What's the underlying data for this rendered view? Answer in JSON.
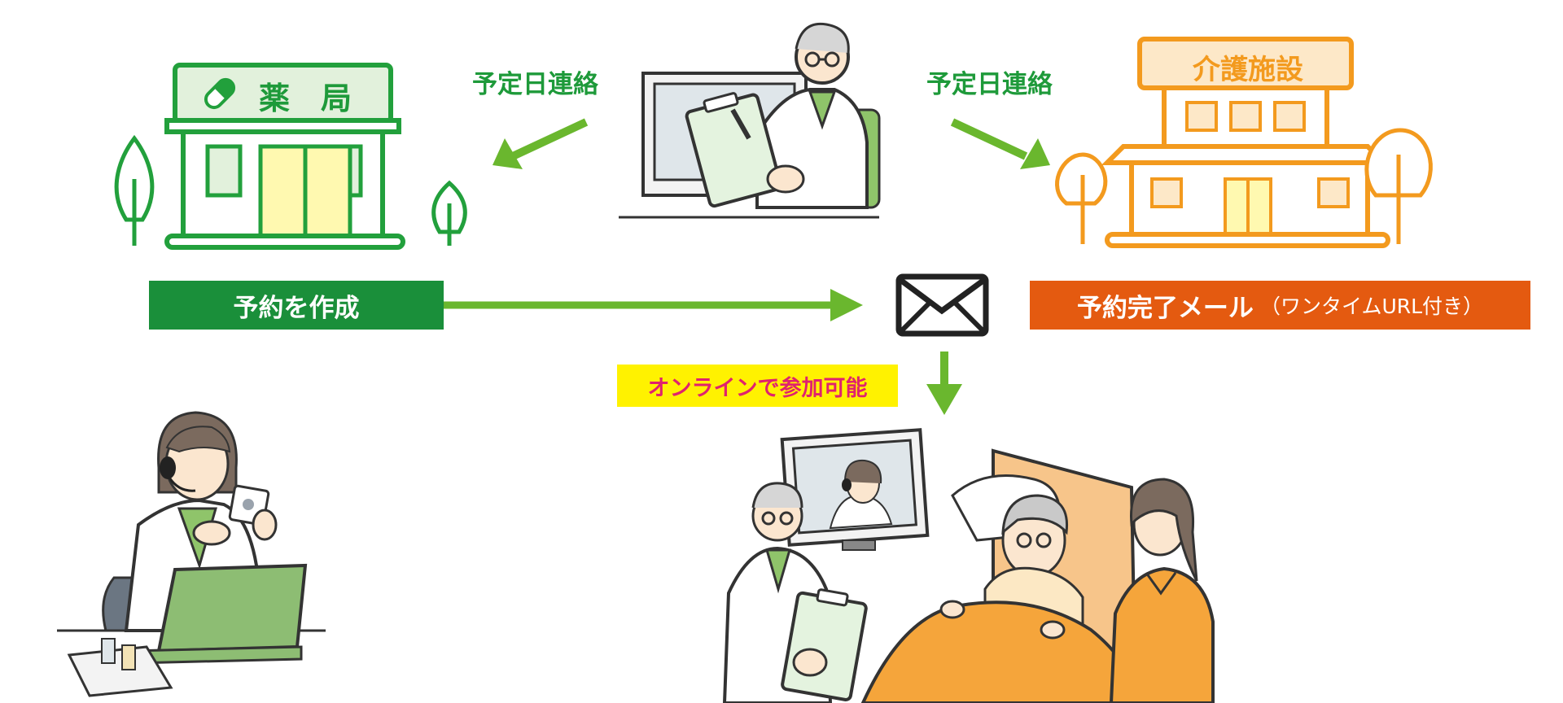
{
  "pharmacy": {
    "sign": "薬　局"
  },
  "care_facility": {
    "sign": "介護施設"
  },
  "notify_left": "予定日連絡",
  "notify_right": "予定日連絡",
  "create_reservation": "予約を作成",
  "completion_mail": {
    "main": "予約完了メール",
    "note": "（ワンタイムURL付き）"
  },
  "online_participation": "オンラインで参加可能",
  "colors": {
    "green_dark": "#1a8f3a",
    "green_arrow": "#6ab72e",
    "orange": "#f39a1e",
    "orange_dark": "#e45a10",
    "yellow": "#fff200",
    "magenta": "#e0226e"
  },
  "icons": [
    "pill-icon",
    "envelope-icon",
    "tree-icon"
  ]
}
